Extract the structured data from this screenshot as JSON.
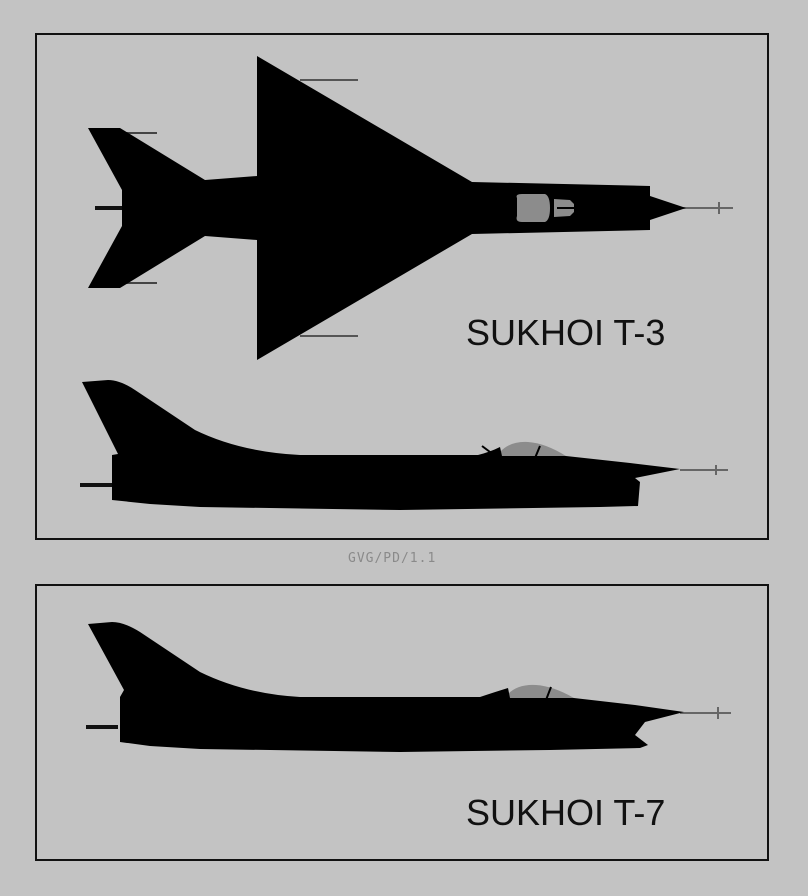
{
  "panels": [
    {
      "name": "SUKHOI T-3",
      "views": [
        "top view",
        "side view"
      ]
    },
    {
      "name": "SUKHOI T-7",
      "views": [
        "side view"
      ]
    }
  ],
  "credit": "GVG/PD/1.1",
  "colors": {
    "background": "#c3c3c3",
    "silhouette": "#000000",
    "canopy": "#8c8c8c",
    "frame": "#111111"
  }
}
